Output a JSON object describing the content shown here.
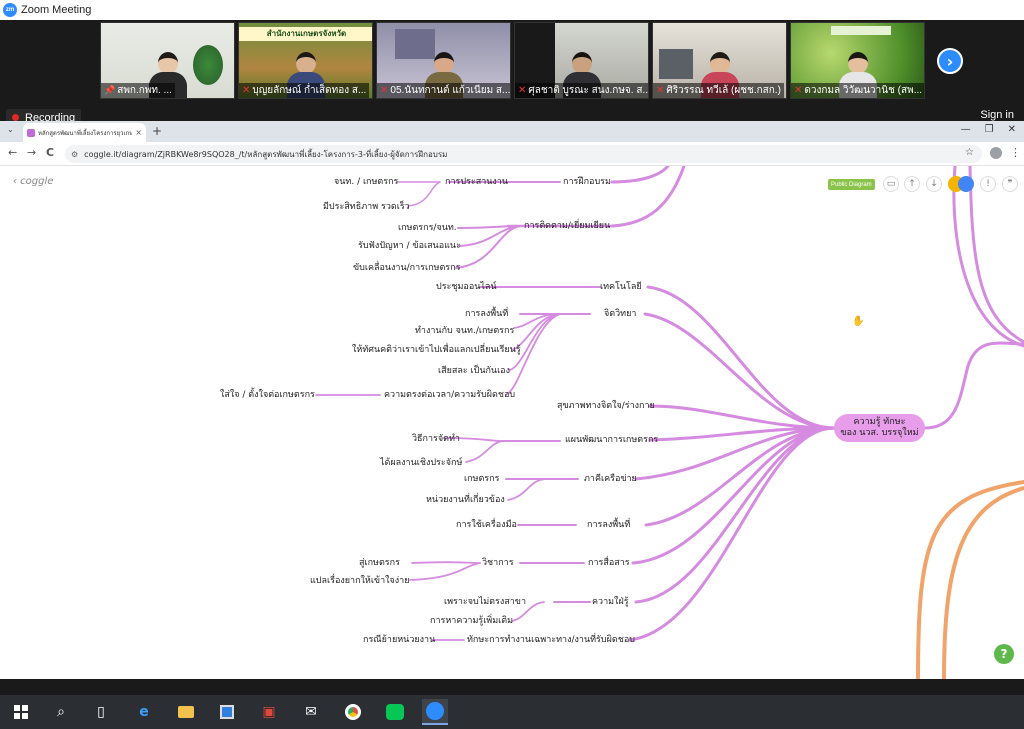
{
  "zoom": {
    "window_title": "Zoom Meeting",
    "logo_text": "zm",
    "recording_label": "Recording",
    "sign_in_label": "Sign in",
    "participants": [
      {
        "name": "สพก.กพท. ...",
        "muted": false,
        "pinned": true
      },
      {
        "name": "บุญยลักษณ์ ก่ำเส็ดทอง ส...",
        "muted": true,
        "pinned": false,
        "banner": "สำนักงานเกษตรจังหวัด"
      },
      {
        "name": "05.นันทกานต์ แก้วเนียม ส...",
        "muted": true,
        "pinned": false
      },
      {
        "name": "ศุลชาติ บูรณะ สนง.กษจ. ส...",
        "muted": true,
        "pinned": false
      },
      {
        "name": "ศิริวรรณ ทวีเล้ (ผชช.กสก.)",
        "muted": true,
        "pinned": false
      },
      {
        "name": "ดวงกมล วิวัฒนวานิช (สพ...",
        "muted": true,
        "pinned": false
      }
    ]
  },
  "browser": {
    "tab_title": "หลักสูตรพัฒนาพี่เลี้ยงโครงการยุวเกษตรกร",
    "tab_close": "×",
    "new_tab": "+",
    "url": "coggle.it/diagram/ZjRBKWe8r9SQO28_/t/หลักสูตรพัฒนาพี่เลี้ยง-โครงการ-3-ที่เลี้ยง-ผู้จัดการฝึกอบรม",
    "back": "←",
    "forward": "→",
    "reload": "C",
    "bookmark": "☆",
    "win_minimize": "—",
    "win_restore": "❐",
    "win_close": "✕"
  },
  "coggle": {
    "back_label": "‹ coggle",
    "public_badge": "Public Diagram",
    "help": "?",
    "center_node": [
      "ความรู้ ทักษะ",
      "ของ นวส. บรรจุใหม่"
    ],
    "branches": [
      {
        "label": "การฝึกอบรม",
        "children": [
          {
            "label": "การประสานงาน",
            "children": [
              "จนท. / เกษตรกร",
              "มีประสิทธิภาพ รวดเร็ว"
            ]
          }
        ]
      },
      {
        "label": "การติดตาม/เยี่ยมเยียน",
        "children": [
          "เกษตรกร/จนท.",
          "รับฟังปัญหา / ข้อเสนอแนะ",
          "ขับเคลื่อนงาน/การเกษตรกร"
        ]
      },
      {
        "label": "เทคโนโลยี",
        "children": [
          "ประชุมออนไลน์"
        ]
      },
      {
        "label": "จิตวิทยา",
        "children": [
          "การลงพื้นที่",
          "ทำงานกับ จนท./เกษตรกร",
          "ให้ทัศนคติว่าเราเข้าไปเพื่อแลกเปลี่ยนเรียนรู้",
          "เสียสละ เป็นกันเอง",
          {
            "label": "ความตรงต่อเวลา/ความรับผิดชอบ",
            "children": [
              "ใส่ใจ / ตั้งใจต่อเกษตรกร"
            ]
          }
        ]
      },
      {
        "label": "สุขภาพทางจิตใจ/ร่างกาย",
        "children": []
      },
      {
        "label": "แผนพัฒนาการเกษตรกร",
        "children": [
          "วิธีการจัดทำ",
          "ได้ผลงานเชิงประจักษ์"
        ]
      },
      {
        "label": "ภาคีเครือข่าย",
        "children": [
          "เกษตรกร",
          "หน่วยงานที่เกี่ยวข้อง"
        ]
      },
      {
        "label": "การลงพื้นที่",
        "children": [
          "การใช้เครื่องมือ"
        ]
      },
      {
        "label": "การสื่อสาร",
        "children": [
          {
            "label": "วิชาการ",
            "children": [
              "สู่เกษตรกร",
              "แปลเรื่องยากให้เข้าใจง่าย"
            ]
          }
        ]
      },
      {
        "label": "ความใฝ่รู้",
        "children": [
          "เพราะจบไม่ตรงสาขา",
          "การหาความรู้เพิ่มเติม"
        ]
      },
      {
        "label": "ทักษะการทำงานเฉพาะทาง/งานที่รับผิดชอบ",
        "children": [
          "กรณีย้ายหน่วยงาน"
        ]
      }
    ]
  },
  "colors": {
    "branch": "#d58be0",
    "center_fill": "#e79de9",
    "orange_branch": "#f0a36a",
    "zoom_blue": "#2d8cff"
  }
}
